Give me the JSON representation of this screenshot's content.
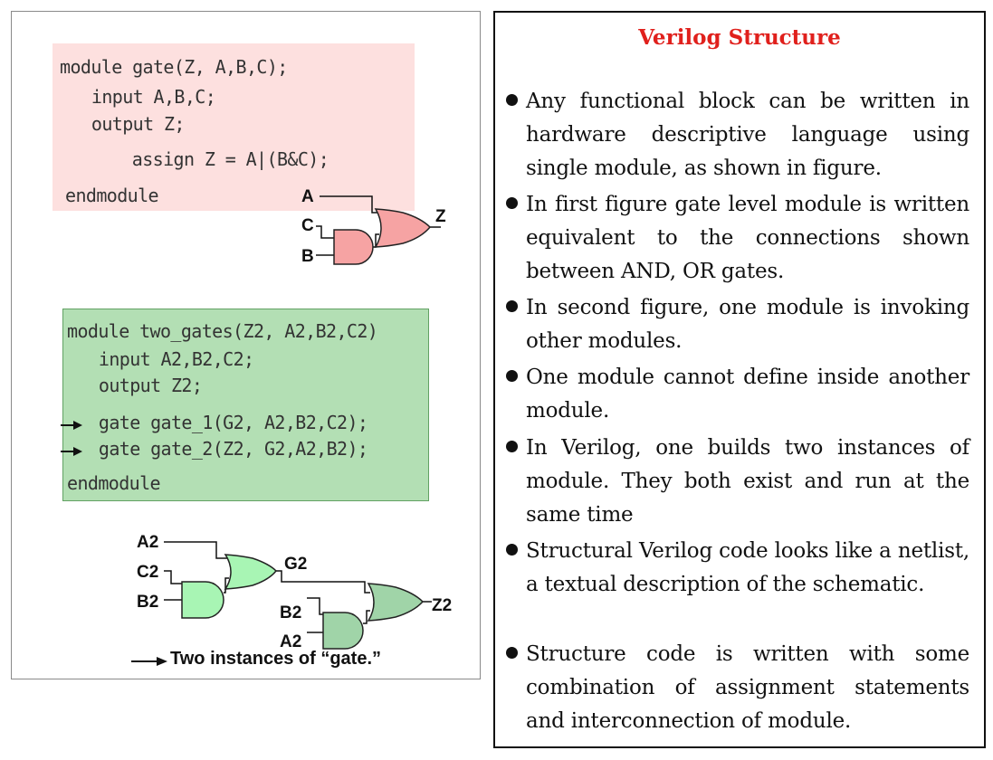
{
  "left": {
    "code1": [
      "module gate(Z, A,B,C);",
      "  input A,B,C;",
      "  output Z;",
      "    assign Z = A|(B&C);",
      "endmodule"
    ],
    "code2": [
      "module two_gates(Z2, A2,B2,C2)",
      "  input A2,B2,C2;",
      "  output Z2;",
      "  gate gate_1(G2, A2,B2,C2);",
      "  gate gate_2(Z2, G2,A2,B2);",
      "endmodule"
    ],
    "circuit1_labels": {
      "a": "A",
      "c": "C",
      "b": "B",
      "z": "Z"
    },
    "circuit2_labels": {
      "a2_top": "A2",
      "c2": "C2",
      "b2_left": "B2",
      "g2": "G2",
      "b2_right": "B2",
      "a2_bottom": "A2",
      "z2": "Z2"
    },
    "caption": "Two instances of “gate.”",
    "colors": {
      "pink_box": "#fde0df",
      "pink_gate": "#f6a3a3",
      "green_box": "#b3dfb4",
      "light_green_gate": "#a8f5b4",
      "dark_green_gate": "#a0d4a8"
    }
  },
  "right": {
    "title": "Verilog Structure",
    "title_color": "#e0201c",
    "bullets": [
      "Any functional block can be written in hardware descriptive language using single module, as shown in figure.",
      "In first figure gate level module is written equivalent to the connections shown between AND, OR gates.",
      "In second figure, one module is invoking other modules.",
      "One module cannot define inside another module.",
      "In Verilog, one builds two instances of module. They both exist and run at the same time",
      "Structural Verilog code looks like a netlist, a textual description of the schematic.",
      "Structure code is written with some combination of assignment statements and interconnection of module."
    ]
  }
}
